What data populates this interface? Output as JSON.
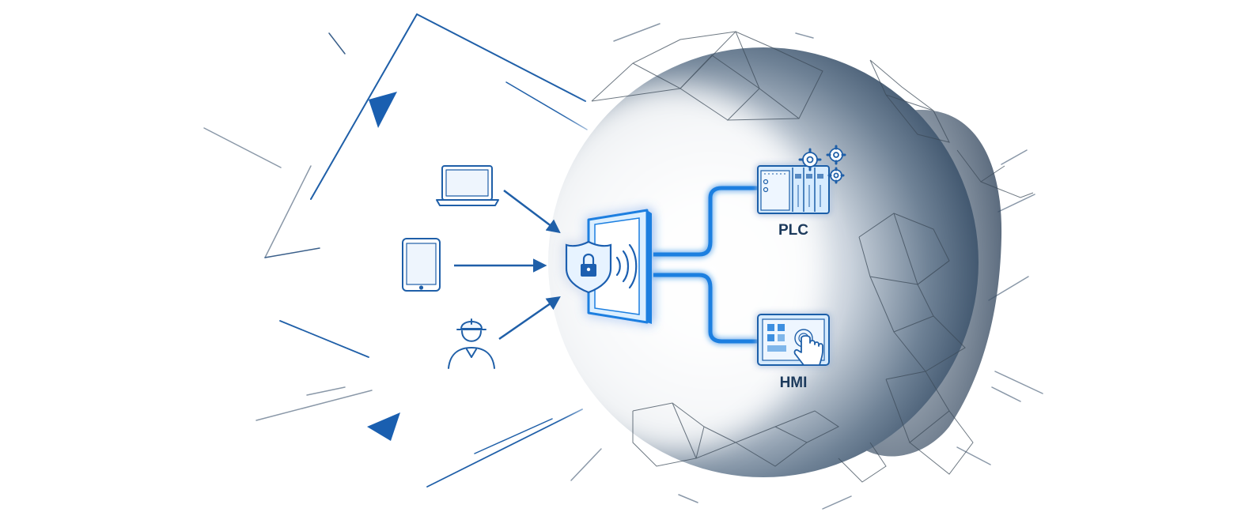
{
  "labels": {
    "plc": "PLC",
    "hmi": "HMI"
  },
  "colors": {
    "accent_blue": "#1a7fe0",
    "dark_navy": "#1f3650",
    "line_blue": "#1f5fa8",
    "label_navy": "#1c3a5c"
  },
  "icons": {
    "sources": [
      "laptop-icon",
      "tablet-icon",
      "worker-hardhat-icon"
    ],
    "gateway": [
      "secure-gateway-door",
      "shield-lock-icon",
      "wireless-signal-icon"
    ],
    "targets": [
      "plc-controller-icon",
      "gears-icon",
      "hmi-touch-panel-icon",
      "touch-hand-icon"
    ]
  }
}
